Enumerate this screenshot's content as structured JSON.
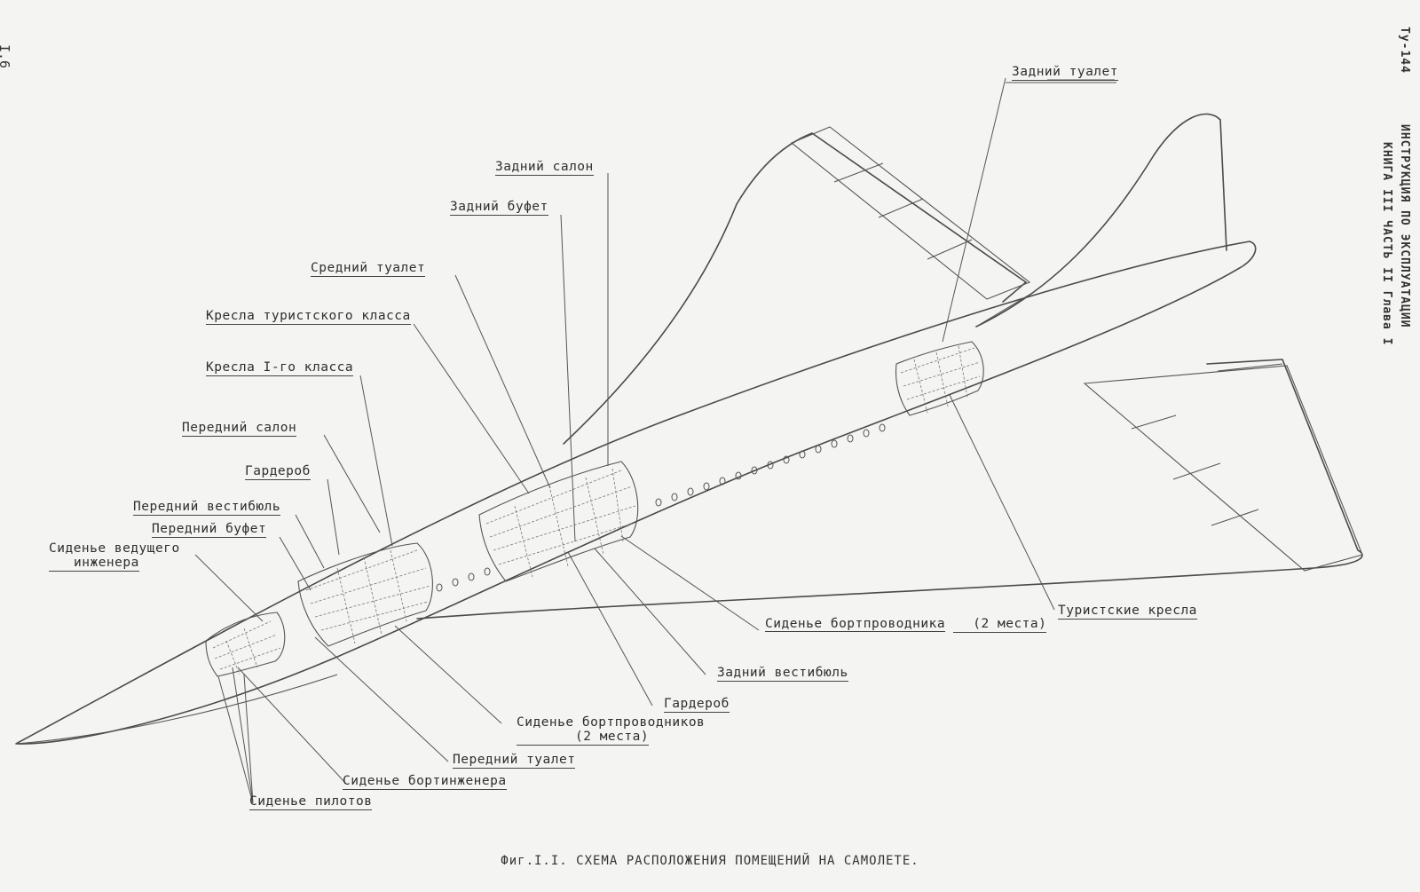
{
  "page": {
    "number": "I.6",
    "header_line1": "ИНСТРУКЦИЯ ПО ЭКСПЛУАТАЦИИ",
    "header_line2": "КНИГА III ЧАСТЬ II Глава I",
    "header_mark": "Ту-144",
    "caption": "Фиг.I.I. СХЕМА РАСПОЛОЖЕНИЯ ПОМЕЩЕНИЙ НА САМОЛЕТЕ."
  },
  "labels": {
    "rear_toilet": "Задний туалет",
    "rear_cabin": "Задний салон",
    "rear_buffet": "Задний буфет",
    "middle_toilet": "Средний туалет",
    "tourist_class_seats": "Кресла туристского класса",
    "first_class_seats": "Кресла I-го класса",
    "front_cabin": "Передний салон",
    "wardrobe_front": "Гардероб",
    "front_vestibule": "Передний вестибюль",
    "front_buffet": "Передний буфет",
    "lead_engineer_seat_1": "Сиденье ведущего",
    "lead_engineer_seat_2": "инженера",
    "attendant_seat_rear_1": "Сиденье бортпроводника",
    "attendant_seat_rear_2": "(2 места)",
    "rear_vestibule": "Задний вестибюль",
    "wardrobe_rear": "Гардероб",
    "attendant_seats_front_1": "Сиденье бортпроводников",
    "attendant_seats_front_2": "(2 места)",
    "front_toilet": "Передний туалет",
    "flight_engineer_seat": "Сиденье бортинженера",
    "pilot_seats": "Сиденье пилотов",
    "tourist_seats": "Туристские кресла"
  }
}
